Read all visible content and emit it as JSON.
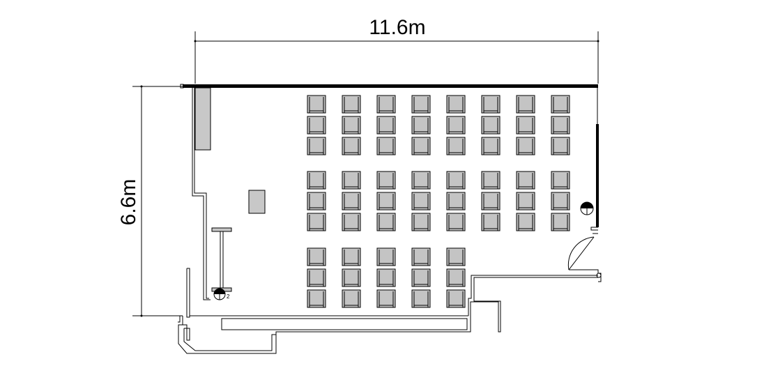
{
  "dimensions": {
    "width_label": "11.6m",
    "height_label": "6.6m"
  },
  "seating": {
    "blocks": [
      {
        "rows": 3,
        "cols": 8
      },
      {
        "rows": 3,
        "cols": 8
      },
      {
        "rows": 3,
        "cols": 5
      }
    ]
  },
  "colors": {
    "line": "#000000",
    "fixture_fill": "#c8c8c8",
    "seat_fill": "#c4c4c4",
    "background": "#ffffff"
  }
}
